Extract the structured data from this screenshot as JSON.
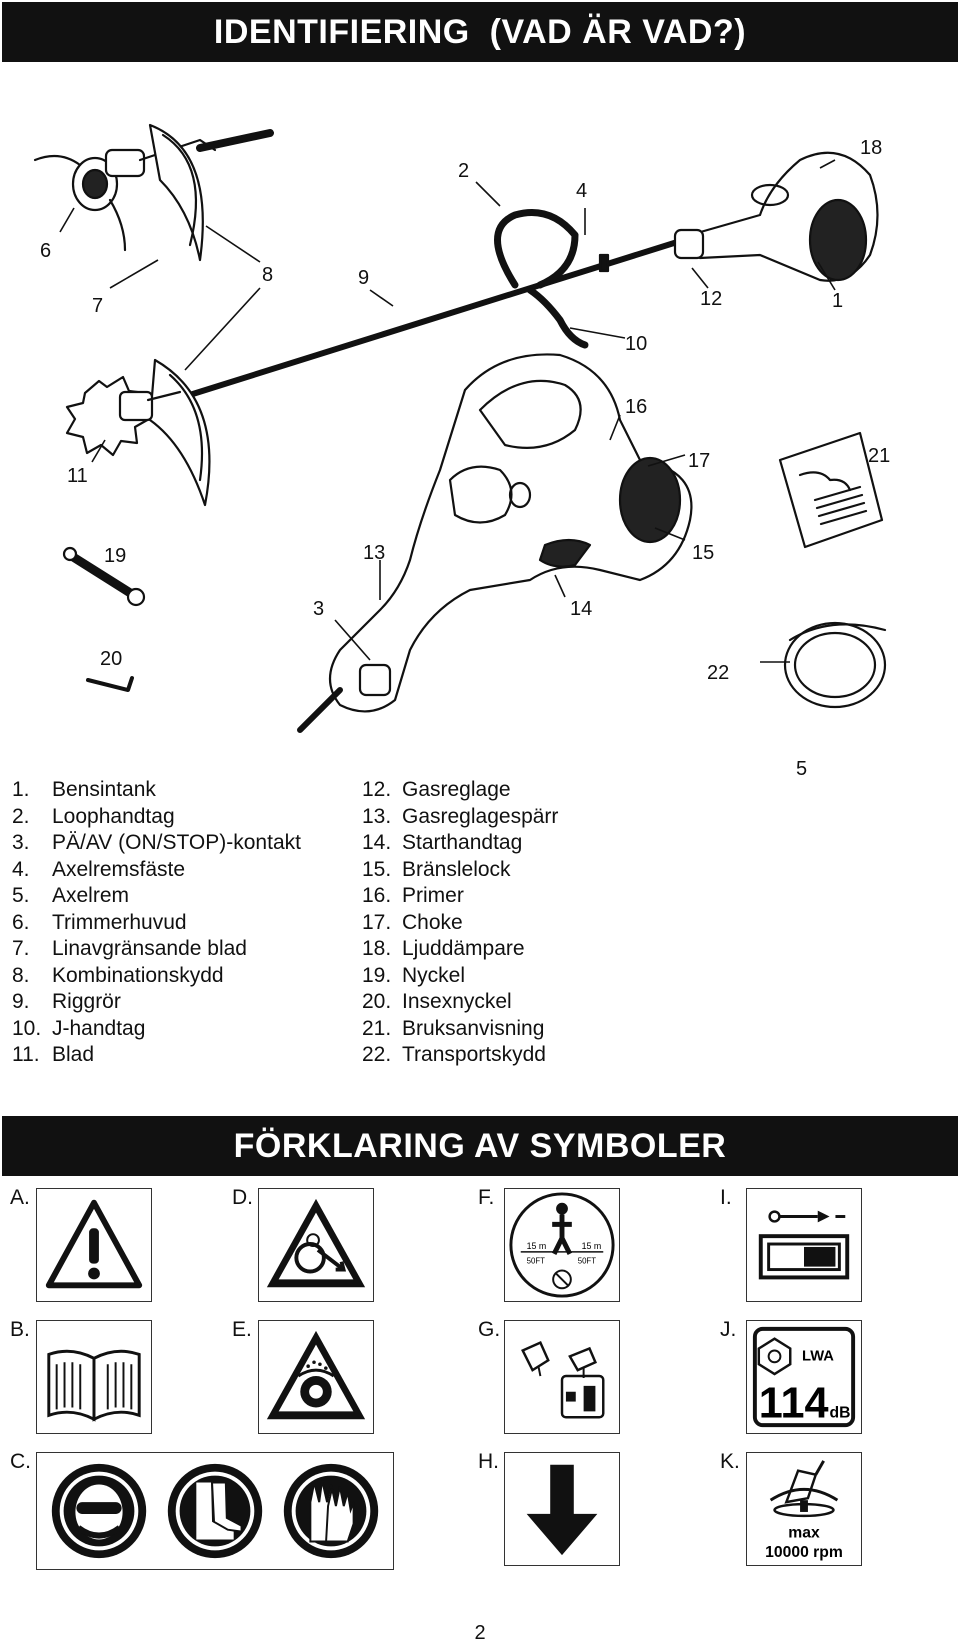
{
  "section1": {
    "title": "IDENTIFIERING  (VAD ÄR VAD?)"
  },
  "callouts": [
    {
      "id": "c1",
      "label": "1"
    },
    {
      "id": "c2",
      "label": "2"
    },
    {
      "id": "c3",
      "label": "3"
    },
    {
      "id": "c4",
      "label": "4"
    },
    {
      "id": "c5",
      "label": "5"
    },
    {
      "id": "c6",
      "label": "6"
    },
    {
      "id": "c7",
      "label": "7"
    },
    {
      "id": "c8",
      "label": "8"
    },
    {
      "id": "c9",
      "label": "9"
    },
    {
      "id": "c10",
      "label": "10"
    },
    {
      "id": "c11",
      "label": "11"
    },
    {
      "id": "c12",
      "label": "12"
    },
    {
      "id": "c13",
      "label": "13"
    },
    {
      "id": "c14",
      "label": "14"
    },
    {
      "id": "c15",
      "label": "15"
    },
    {
      "id": "c16",
      "label": "16"
    },
    {
      "id": "c17",
      "label": "17"
    },
    {
      "id": "c18",
      "label": "18"
    },
    {
      "id": "c19",
      "label": "19"
    },
    {
      "id": "c20",
      "label": "20"
    },
    {
      "id": "c21",
      "label": "21"
    },
    {
      "id": "c22",
      "label": "22"
    }
  ],
  "legend_left": [
    {
      "num": "1.",
      "text": "Bensintank"
    },
    {
      "num": "2.",
      "text": "Loophandtag"
    },
    {
      "num": "3.",
      "text": "PÄ/AV (ON/STOP)-kontakt"
    },
    {
      "num": "4.",
      "text": "Axelremsfäste"
    },
    {
      "num": "5.",
      "text": "Axelrem"
    },
    {
      "num": "6.",
      "text": "Trimmerhuvud"
    },
    {
      "num": "7.",
      "text": "Linavgränsande blad"
    },
    {
      "num": "8.",
      "text": "Kombinationskydd"
    },
    {
      "num": "9.",
      "text": "Riggrör"
    },
    {
      "num": "10.",
      "text": "J-handtag"
    },
    {
      "num": "11.",
      "text": "Blad"
    }
  ],
  "legend_right": [
    {
      "num": "12.",
      "text": "Gasreglage"
    },
    {
      "num": "13.",
      "text": "Gasreglagespärr"
    },
    {
      "num": "14.",
      "text": "Starthandtag"
    },
    {
      "num": "15.",
      "text": "Bränslelock"
    },
    {
      "num": "16.",
      "text": "Primer"
    },
    {
      "num": "17.",
      "text": "Choke"
    },
    {
      "num": "18.",
      "text": "Ljuddämpare"
    },
    {
      "num": "19.",
      "text": "Nyckel"
    },
    {
      "num": "20.",
      "text": "Insexnyckel"
    },
    {
      "num": "21.",
      "text": "Bruksanvisning"
    },
    {
      "num": "22.",
      "text": "Transportskydd"
    }
  ],
  "section2": {
    "title": "FÖRKLARING AV SYMBOLER"
  },
  "symbols": [
    {
      "letter": "A.",
      "icon": "warning-triangle-icon"
    },
    {
      "letter": "B.",
      "icon": "manual-book-icon"
    },
    {
      "letter": "C.",
      "icon": "ppe-icons"
    },
    {
      "letter": "D.",
      "icon": "thrown-objects-warning-icon"
    },
    {
      "letter": "E.",
      "icon": "blade-kickback-warning-icon"
    },
    {
      "letter": "F.",
      "icon": "bystander-distance-icon",
      "dist_left": "15 m",
      "dist_right": "15 m",
      "ft_left": "50FT",
      "ft_right": "50FT"
    },
    {
      "letter": "G.",
      "icon": "fuel-mix-icon"
    },
    {
      "letter": "H.",
      "icon": "down-arrow-icon"
    },
    {
      "letter": "I.",
      "icon": "on-stop-switch-icon"
    },
    {
      "letter": "J.",
      "icon": "sound-power-icon",
      "lwa": "LWA",
      "value": "114",
      "unit": "dB"
    },
    {
      "letter": "K.",
      "icon": "max-rpm-icon",
      "max": "max",
      "rpm": "10000 rpm"
    }
  ],
  "page_number": "2"
}
